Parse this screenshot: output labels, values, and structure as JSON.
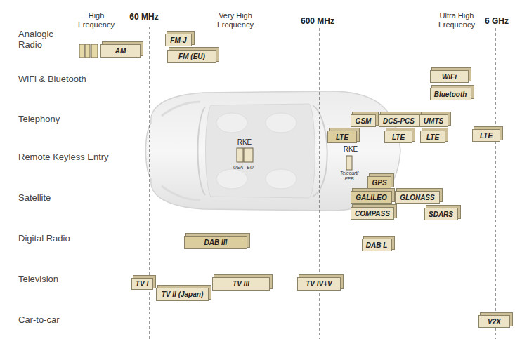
{
  "diagram": {
    "nodes": [
      {
        "text": [
          "FM-J"
        ]
      },
      {
        "text": [
          "FM (EU)"
        ]
      },
      {
        "text": [
          "AM"
        ]
      },
      {
        "text": [
          "WiFi"
        ]
      },
      {
        "text": [
          "Bluetooth"
        ]
      },
      {
        "text": [
          "GSM"
        ]
      },
      {
        "text": [
          "DCS-PCS"
        ]
      },
      {
        "text": [
          "UMTS"
        ]
      },
      {
        "text": [
          "LTE"
        ]
      },
      {
        "text": [
          "LTE"
        ]
      },
      {
        "text": [
          "LTE"
        ]
      },
      {
        "text": [
          "LTE"
        ]
      },
      {
        "text": [
          "GPS"
        ]
      },
      {
        "text": [
          "GALILEO"
        ]
      },
      {
        "text": [
          "GLONASS"
        ]
      },
      {
        "text": [
          "COMPASS"
        ]
      },
      {
        "text": [
          "SDARS"
        ]
      },
      {
        "text": [
          "DAB III"
        ]
      },
      {
        "text": [
          "DAB L"
        ]
      },
      {
        "text": [
          "TV I"
        ]
      },
      {
        "text": [
          "TV III"
        ]
      },
      {
        "text": [
          "TV IV+V"
        ]
      },
      {
        "text": [
          "TV II (Japan)"
        ]
      },
      {
        "text": [
          "V2X"
        ]
      }
    ],
    "labels": [
      "High Frequency",
      "60 MHz",
      "Very High Frequency",
      "600 MHz",
      "Ultra High Frequency",
      "6 GHz",
      "Analogic Radio",
      "WiFi & Bluetooth",
      "Telephony",
      "Remote Keyless Entry",
      "Satellite",
      "Digital Radio",
      "Television",
      "Car-to-car",
      "RKE",
      "USA",
      "EU",
      "RKE",
      "Telecart/ FFB"
    ]
  }
}
